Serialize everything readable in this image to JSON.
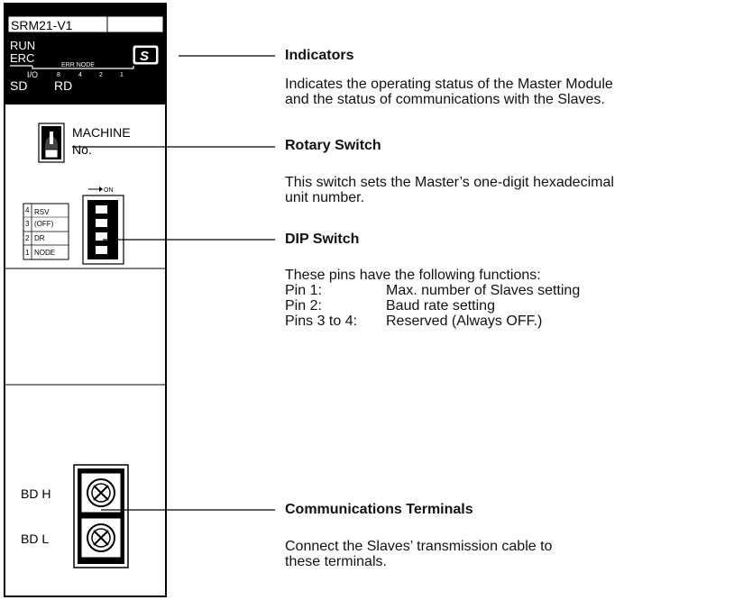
{
  "module": {
    "model": "SRM21-V1",
    "indicators": {
      "run": "RUN",
      "erc": "ERC",
      "err_node": "ERR NODE",
      "node_bits": [
        "8",
        "4",
        "2",
        "1"
      ],
      "io": "I/O",
      "sd": "SD",
      "rd": "RD",
      "logo": "S"
    },
    "rotary": {
      "label_line1": "MACHINE",
      "label_line2": "No."
    },
    "dip": {
      "on_label": "→ ON",
      "pins": [
        {
          "num": "4",
          "label": "RSV"
        },
        {
          "num": "3",
          "label": "(OFF)"
        },
        {
          "num": "2",
          "label": "DR"
        },
        {
          "num": "1",
          "label": "NODE"
        }
      ]
    },
    "terminals": {
      "bd_h": "BD H",
      "bd_l": "BD L"
    }
  },
  "callouts": {
    "indicators": {
      "title": "Indicators",
      "line1": "Indicates the operating status of the Master Module",
      "line2": "and the status of communications with the Slaves."
    },
    "rotary": {
      "title": "Rotary Switch",
      "line1": "This switch sets the Master’s one-digit hexadecimal",
      "line2": "unit number."
    },
    "dip": {
      "title": "DIP Switch",
      "intro": "These pins have the following functions:",
      "pins": [
        {
          "key": "Pin 1:",
          "value": "Max. number of Slaves setting"
        },
        {
          "key": "Pin 2:",
          "value": "Baud rate setting"
        },
        {
          "key": "Pins 3 to 4:",
          "value": "Reserved (Always OFF.)"
        }
      ]
    },
    "terminals": {
      "title": "Communications Terminals",
      "line1": "Connect the Slaves’ transmission cable to",
      "line2": "these terminals."
    }
  }
}
